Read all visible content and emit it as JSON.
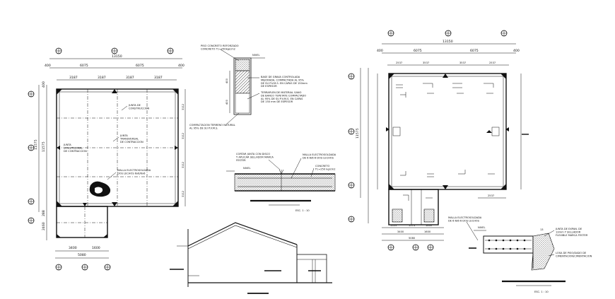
{
  "plan_left": {
    "dims_top_total": "13150",
    "dims_top_split": [
      "400",
      "6075",
      "6075",
      "400"
    ],
    "dims_top_inner": [
      "3187",
      "3187",
      "3187",
      "3187"
    ],
    "dims_left_total": "11575",
    "dims_left_split": [
      "400",
      "11575",
      "288",
      "2460"
    ],
    "dims_right": [
      "3112",
      "3112",
      "3112",
      "3112"
    ],
    "dims_bottom": [
      "3400",
      "1600"
    ],
    "dims_bottom_total": "5080",
    "labels": [
      "JUNTA DE\nCONSTRUCCION",
      "JUNTA\nTRANSVERSAL\nDE CONTRACCION",
      "JUNTA\nLONGITUDINAL\nDE CONTRACCION",
      "MALLA ELECTROSOLDADA\nDOS LECHOS 6x6/6x6"
    ]
  },
  "section_detail": {
    "label_top": "PISO CONCRETO REFORZADO\nCONCRETO f'c=250kg/cm2",
    "label_nivel": "NIVEL",
    "dim_a": "400",
    "dim_b": "400",
    "label_base": "BASE DE GRAVA CONTROLADA\nMEJORADA, COMPACTADA AL 95%\nDE SU P.V.M.S. EN CAPAS DE 150mm\nDE ESPESOR",
    "label_terraplen": "TERRAPLEN DE MATERIAL SANO\nDE BANCO TEPETATE COMPACTADO\nAL 95% DE SU P.V.M.S. EN CAPAS\nDE 150 mm DE ESPESOR",
    "label_terreno": "COMPACTACION TERRENO NATURAL\nAL 95% DE SU P.V.M.S."
  },
  "joint_detail": {
    "label_cut": "CORTAR JUNTA CON DISCO\nY APLICAR SELLADOR MARCA\nFESTER",
    "label_malla": "MALLA ELECTROSOLDADA\nDE 6-6/6-6 DOS LECHOS",
    "label_concreto": "CONCRETO\nf'c=250 kg/cm2",
    "label_nivel": "NIVEL",
    "scale": "ESC. 1 : 10"
  },
  "plan_right": {
    "dims_top_total": "13150",
    "dims_top_split": [
      "400",
      "6075",
      "6075",
      "400"
    ],
    "dims_top_inner": [
      "2537",
      "3537",
      "3537",
      "2537"
    ],
    "dims_left_total": "11575",
    "dims_bottom": [
      "1523",
      "1573",
      "1600"
    ],
    "dims_bottom_b": [
      "3400",
      "1600"
    ],
    "dims_bottom_total": "5080",
    "dims_bottom_right": "2537",
    "label_malla": "MALLA ELECTROSOLDADA\nDE 6-6/6-6 DOS LECHOS",
    "label_nivel": "NIVEL",
    "label_junta": "JUNTA DE EXPAN. DE\n13mm Y SELLADOR\nFLEXIBLE MARCA FESTER",
    "label_losa": "LOSA DE PISO/DADO DE\nCIMENTACION/CIMENTACION",
    "scale": "ESC. 1 : 10",
    "dim_small": "13"
  },
  "colors": {
    "ink": "#111111",
    "background": "#ffffff"
  }
}
